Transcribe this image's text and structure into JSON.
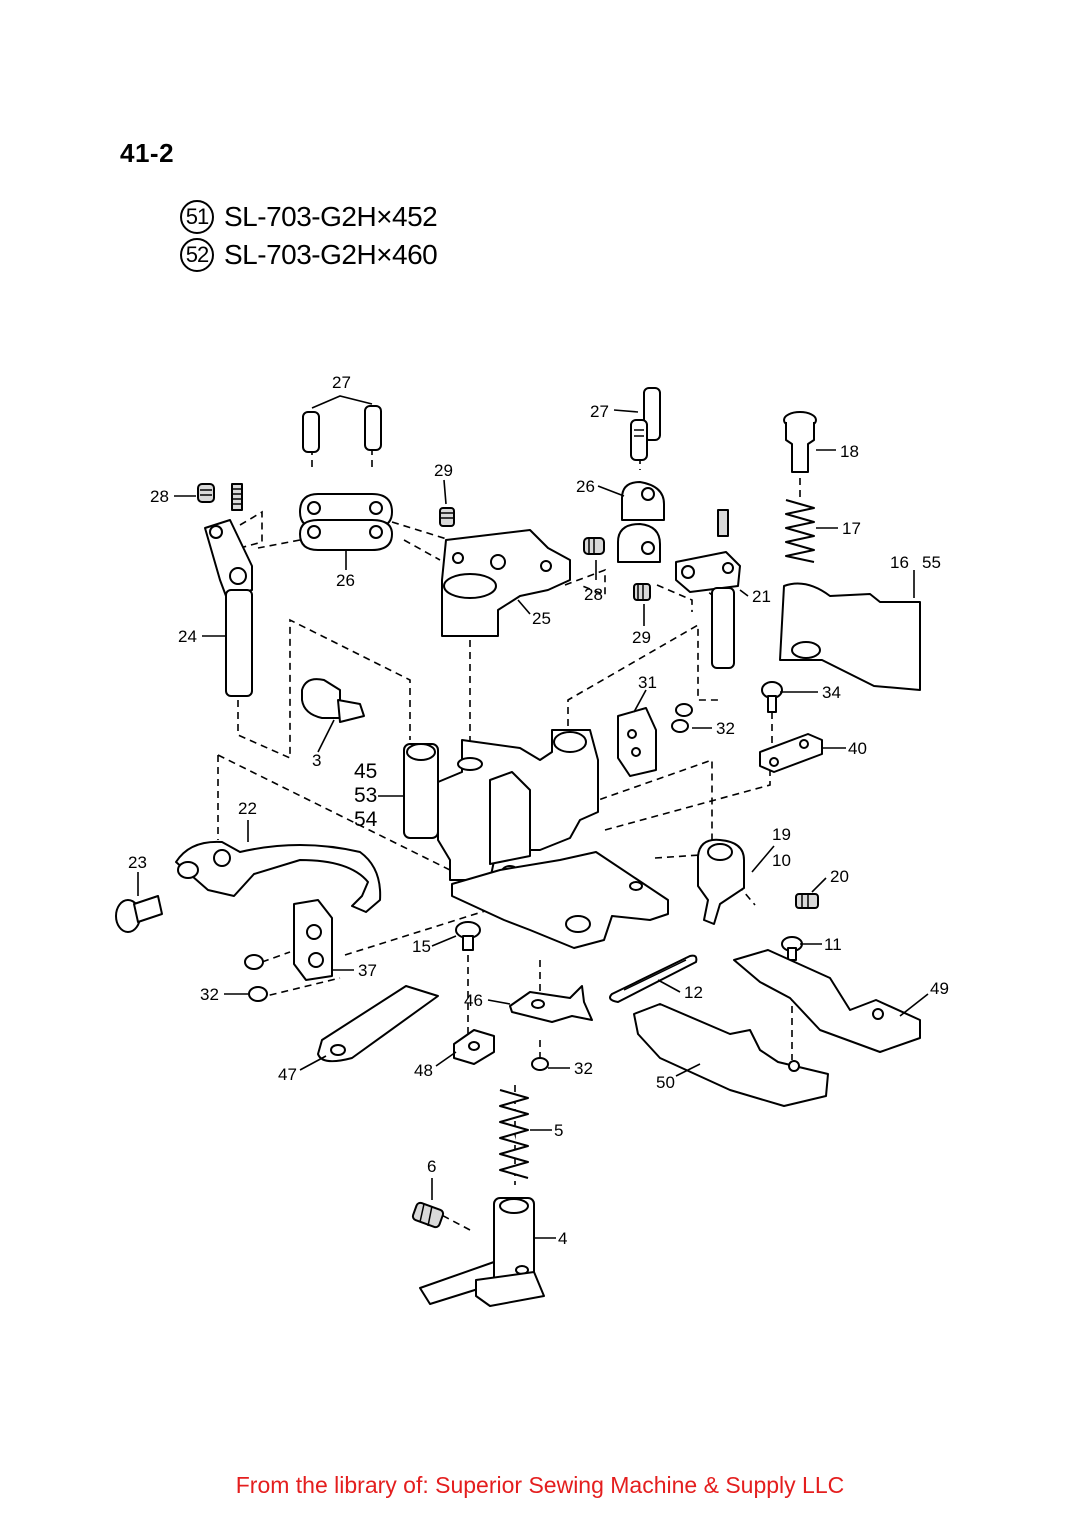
{
  "page_number": "41-2",
  "models": [
    {
      "ref": "51",
      "code": "SL-703-G2H×452"
    },
    {
      "ref": "52",
      "code": "SL-703-G2H×460"
    }
  ],
  "callouts": {
    "c27a": "27",
    "c27b": "27",
    "c29a": "29",
    "c28a": "28",
    "c26a": "26",
    "c26b": "26",
    "c18": "18",
    "c17": "17",
    "c16": "16",
    "c55": "55",
    "c28b": "28",
    "c25": "25",
    "c29b": "29",
    "c21": "21",
    "c24": "24",
    "c31": "31",
    "c34": "34",
    "c32a": "32",
    "c3": "3",
    "c45": "45",
    "c53": "53",
    "c54": "54",
    "c40": "40",
    "c22": "22",
    "c19": "19",
    "c10": "10",
    "c23": "23",
    "c20": "20",
    "c15": "15",
    "c11": "11",
    "c37": "37",
    "c32b": "32",
    "c49": "49",
    "c12": "12",
    "c46": "46",
    "c47": "47",
    "c48": "48",
    "c32c": "32",
    "c50": "50",
    "c5": "5",
    "c6": "6",
    "c4": "4"
  },
  "footer": "From the library of: Superior Sewing Machine & Supply LLC"
}
